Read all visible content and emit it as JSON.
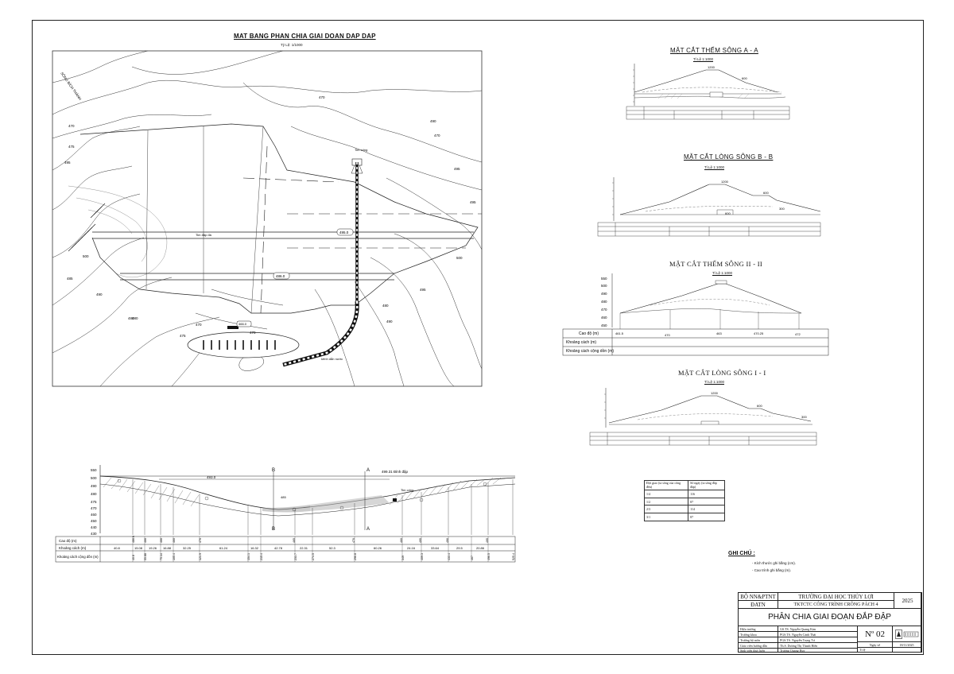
{
  "plan": {
    "title": "MAT BANG PHAN CHIA GIAI DOAN DAP DAP",
    "scale": "Tỷ Lệ: 1/1000",
    "contours": [
      "470",
      "470",
      "475",
      "470",
      "490",
      "495",
      "495",
      "500",
      "495",
      "490",
      "480",
      "480",
      "485",
      "500",
      "495",
      "490",
      "480",
      "470",
      "475",
      "470"
    ],
    "labels": {
      "tim_cong": "Tim cống",
      "tim_dap": "Tim đập đá",
      "elev1": "495.0",
      "elev2": "486.0",
      "elev3": "466.0",
      "kenh": "kênh dẫn nước",
      "song": "SÔNG BÍCH THÀNH"
    }
  },
  "sections": {
    "aa": {
      "title": "MẶT CẮT THẾM SÔNG A - A",
      "scale": "Tỉ Lệ 1:1000",
      "crest": "1200",
      "berm": "600"
    },
    "bb": {
      "title": "MẶT CẮT LÒNG SÔNG B - B",
      "scale": "Tỉ Lệ 1:1000",
      "crest": "1200",
      "berm": "600",
      "berm2": "300",
      "toe": "600"
    },
    "ii": {
      "title": "MẶT CẮT THẾM SÔNG II - II",
      "scale": "Tỉ Lệ 1:1000"
    },
    "i": {
      "title": "MẶT CẮT LÒNG SÔNG I - I",
      "scale": "Tỉ Lệ 1:1000",
      "crest": "1200",
      "berm": "600",
      "toe": "300"
    }
  },
  "section_ii": {
    "y_ticks": [
      "550",
      "500",
      "490",
      "480",
      "470",
      "460",
      "450"
    ],
    "rows": [
      "Cao độ (m)",
      "Khoảng cách (m)",
      "Khoảng cách cộng dồn (m)"
    ],
    "cao_do": [
      "461.5",
      "470",
      "463",
      "470.25",
      "472"
    ]
  },
  "long_profile": {
    "y_ticks": [
      "550",
      "500",
      "490",
      "480",
      "475",
      "470",
      "460",
      "450",
      "440",
      "430"
    ],
    "marks": {
      "b_top": "B",
      "a_top": "A",
      "b_bot": "B",
      "a_bot": "A",
      "elev1": "493.0",
      "elev2": "499.31 Đỉnh đập",
      "tim_cong": "Tim cống",
      "mnd": "485"
    },
    "rows": [
      "Cao độ (m)",
      "Khoảng cách (m)",
      "Khoảng cách cộng dồn (m)"
    ],
    "cao_do": [
      "486.6",
      "466",
      "466",
      "460",
      "476",
      "465",
      "470",
      "460",
      "495",
      "490",
      "495"
    ],
    "khoang_cach": [
      "40.8",
      "15.08",
      "19.26",
      "16.88",
      "32.25",
      "61.24",
      "16.32",
      "42.78",
      "22.31",
      "52.3",
      "60.26",
      "24.16",
      "33.64",
      "29.5",
      "20.86"
    ],
    "cong_don": [
      "40.8",
      "55.88",
      "75.14",
      "105.4",
      "121.9",
      "154.1",
      "215.4",
      "231.7",
      "274.5",
      "296.8",
      "349",
      "409.3",
      "433.4",
      "467",
      "496.5",
      "525.4"
    ]
  },
  "legend": {
    "headers": [
      "Đợt giao (ta sông của công đến)",
      "Số ngày (ta sông đắp đập)"
    ],
    "rows": [
      [
        "1/4",
        "116"
      ],
      [
        "1/2",
        "87"
      ],
      [
        "2/3",
        "114"
      ],
      [
        "3/1",
        "87"
      ]
    ]
  },
  "notes": {
    "title": "GHI CHÚ :",
    "items": [
      "- Kích thước ghi bằng (cm).",
      "- Cao trình ghi bằng (m)."
    ]
  },
  "title_block": {
    "org": "BỘ NN&PTNT",
    "school": "TRƯỜNG ĐẠI HỌC THỦY LỢI",
    "dept": "ĐATN",
    "project": "TKTCTC CÔNG TRÌNH CRÔNG PẢCH 4",
    "year": "2025",
    "drawing_title": "PHÂN CHIA GIAI ĐOẠN ĐẮP ĐẬP",
    "roles": [
      "Hiệu trưởng",
      "Trưởng khoa",
      "Trưởng bộ môn",
      "Giáo viên hướng dẫn",
      "Sinh viên thực hiện"
    ],
    "names": [
      "GS.TS. Nguyễn Quang Kim",
      "PGS.TS. Nguyễn Cảnh Thái",
      "PGS.TS. Nguyễn Trọng Tư",
      "Th.S. Dương Thị Thanh Hiền",
      "Trương Quang Huy"
    ],
    "sheet_no": "Nº 02",
    "date_label": "Ngày vẽ",
    "date": "18/11/2025",
    "scale_label": "Tỉ lệ"
  }
}
